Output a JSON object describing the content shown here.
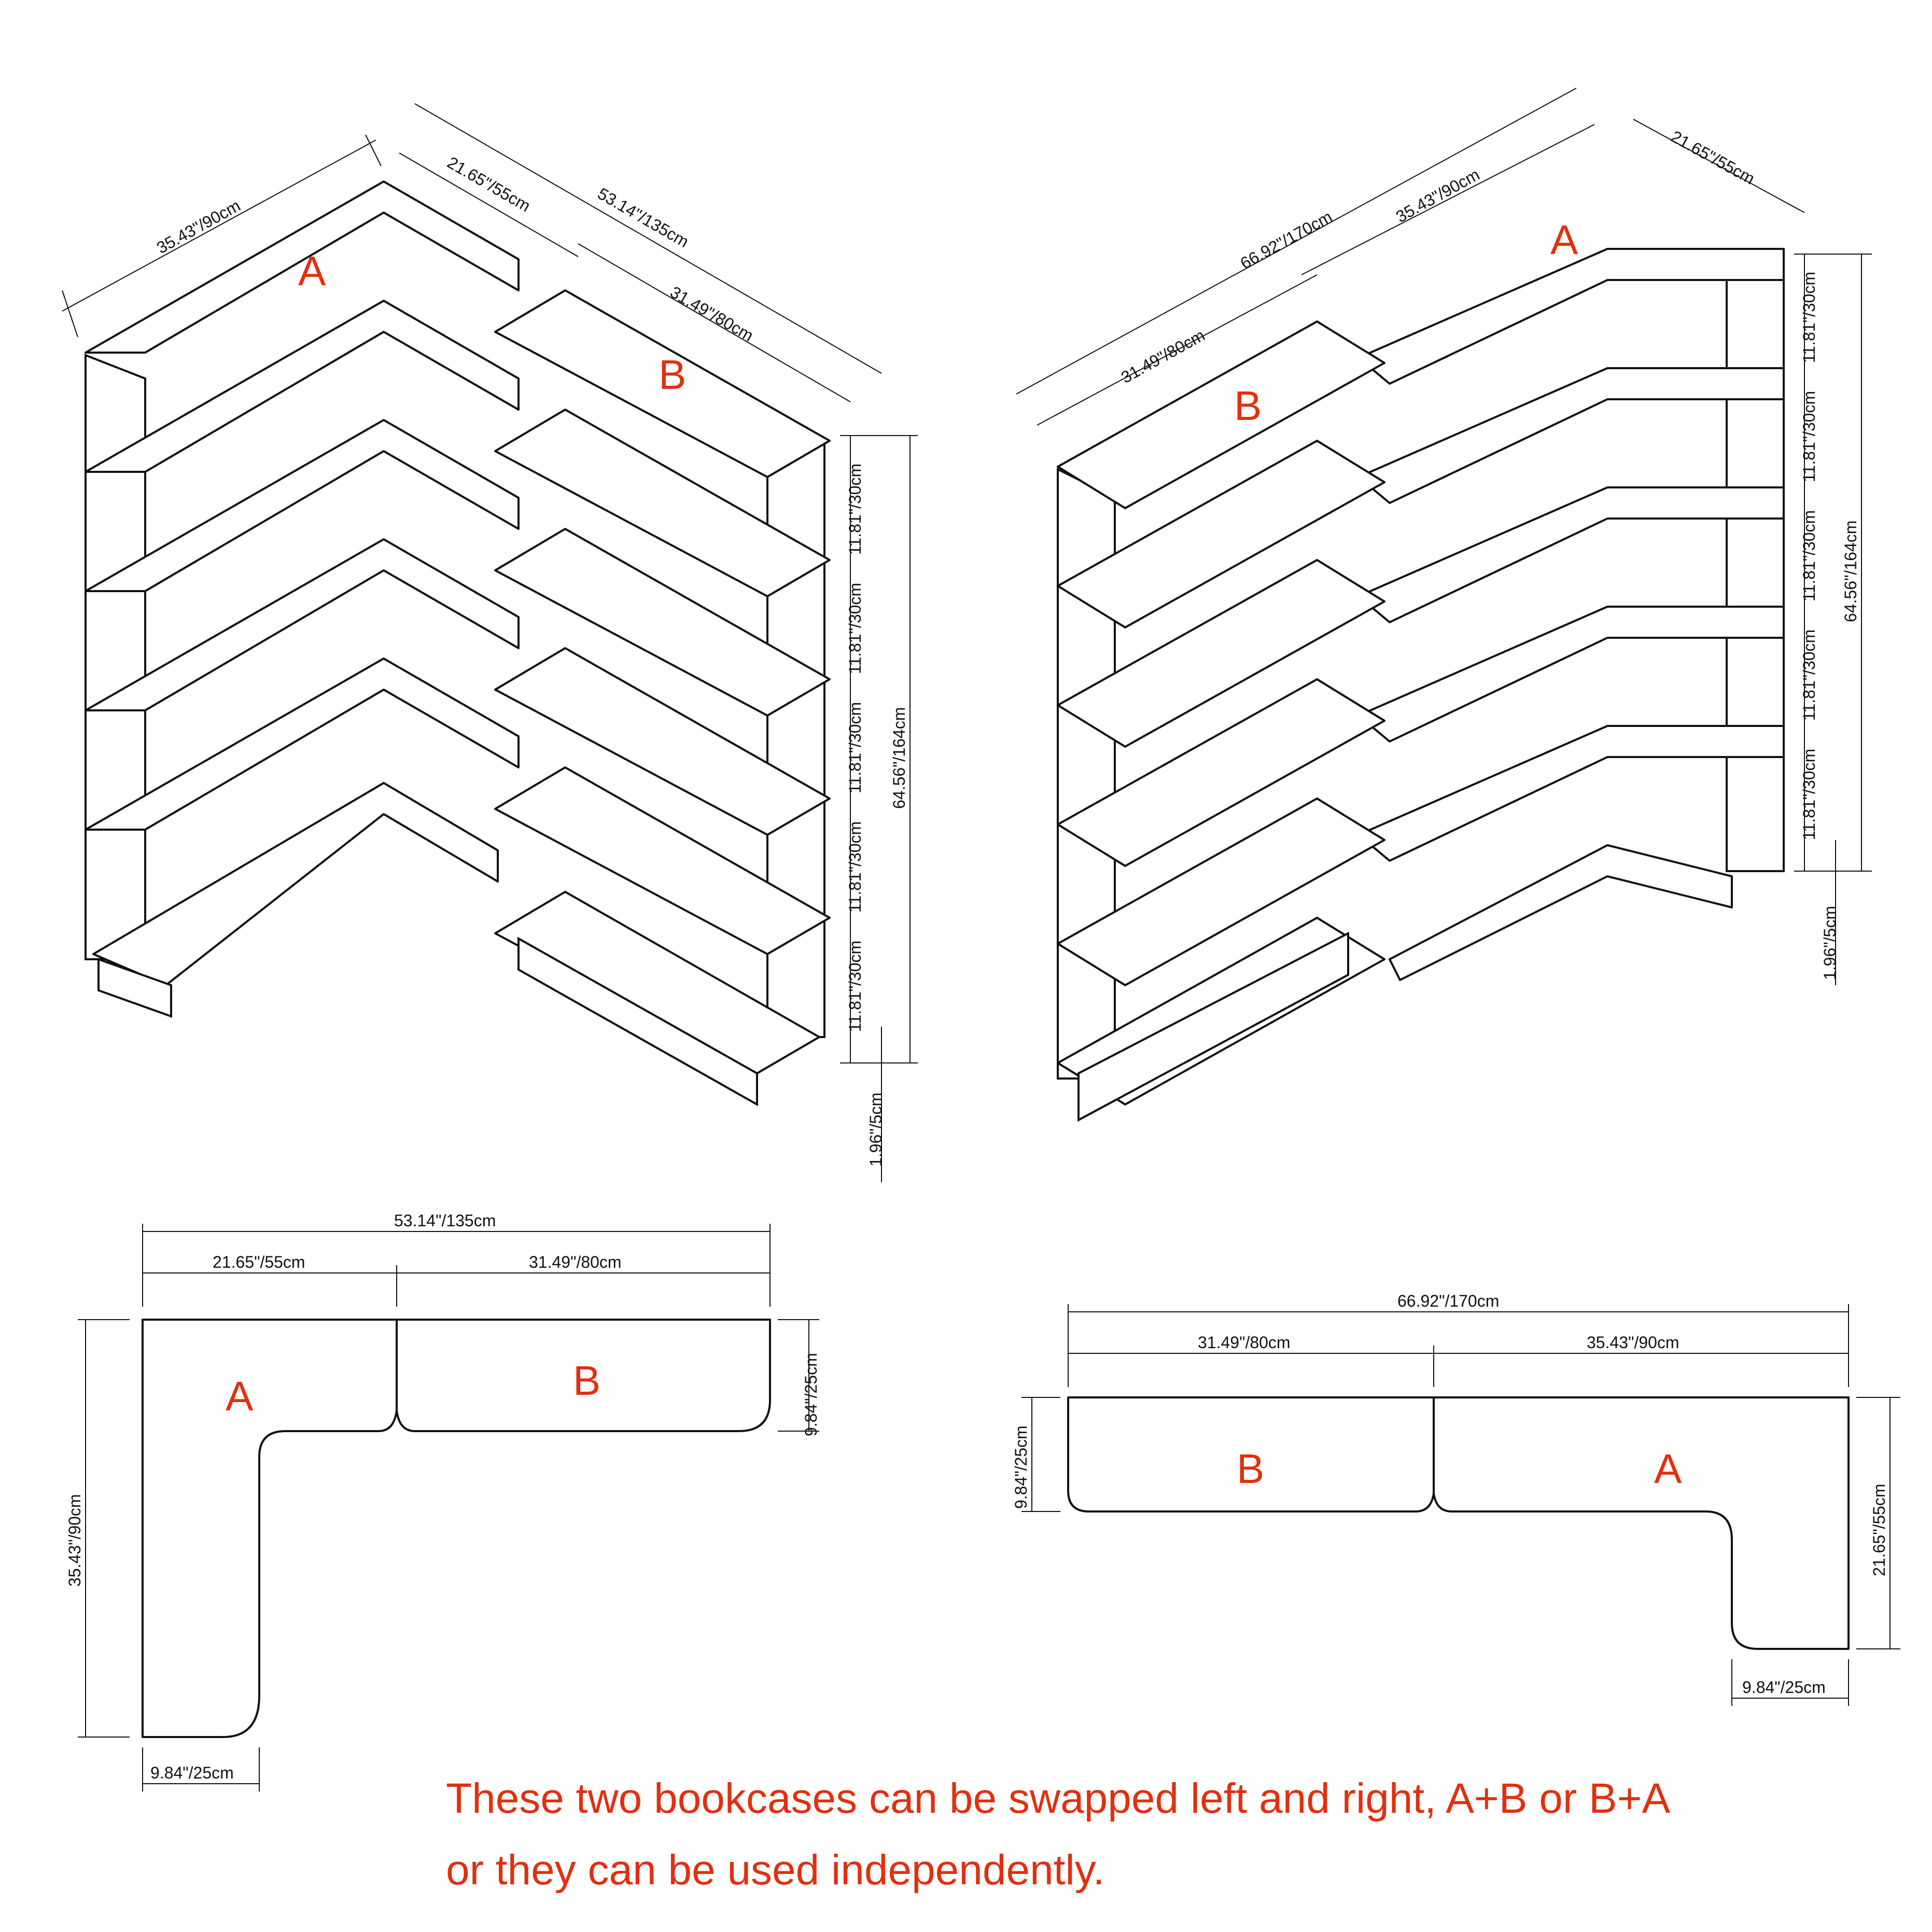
{
  "labels": {
    "unit_a": "A",
    "unit_b": "B"
  },
  "dims": {
    "w90": "35.43\"/90cm",
    "w55": "21.65\"/55cm",
    "w80": "31.49\"/80cm",
    "w135": "53.14\"/135cm",
    "w170": "66.92\"/170cm",
    "w25": "9.84\"/25cm",
    "h30": "11.81\"/30cm",
    "h164": "64.56\"/164cm",
    "h5": "1.96\"/5cm"
  },
  "caption": {
    "line1": "These two bookcases can be swapped left and right, A+B or B+A",
    "line2": "or they can be used independently."
  },
  "colors": {
    "label": "#e03010",
    "line": "#111111",
    "background": "#ffffff"
  }
}
